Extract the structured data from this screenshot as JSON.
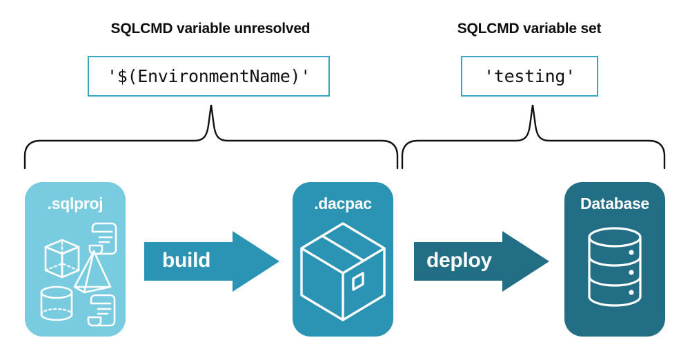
{
  "diagram": {
    "title_left": "SQLCMD variable unresolved",
    "title_right": "SQLCMD variable set",
    "value_left": "'$(EnvironmentName)'",
    "value_right": "'testing'",
    "colors": {
      "light_teal": "#79cbdf",
      "mid_teal": "#2b93b4",
      "dark_teal": "#226f85",
      "border_teal": "#3aa4c4",
      "text_dark": "#0f0f0f",
      "white": "#ffffff",
      "brace_stroke": "#111111"
    }
  },
  "stages": [
    {
      "label": ".sqlproj",
      "icon": "shapes-and-scripts-icon"
    },
    {
      "label": ".dacpac",
      "icon": "package-box-icon"
    },
    {
      "label": "Database",
      "icon": "database-cylinder-icon"
    }
  ],
  "arrows": [
    {
      "label": "build",
      "icon": "right-block-arrow-icon"
    },
    {
      "label": "deploy",
      "icon": "right-block-arrow-icon"
    }
  ]
}
